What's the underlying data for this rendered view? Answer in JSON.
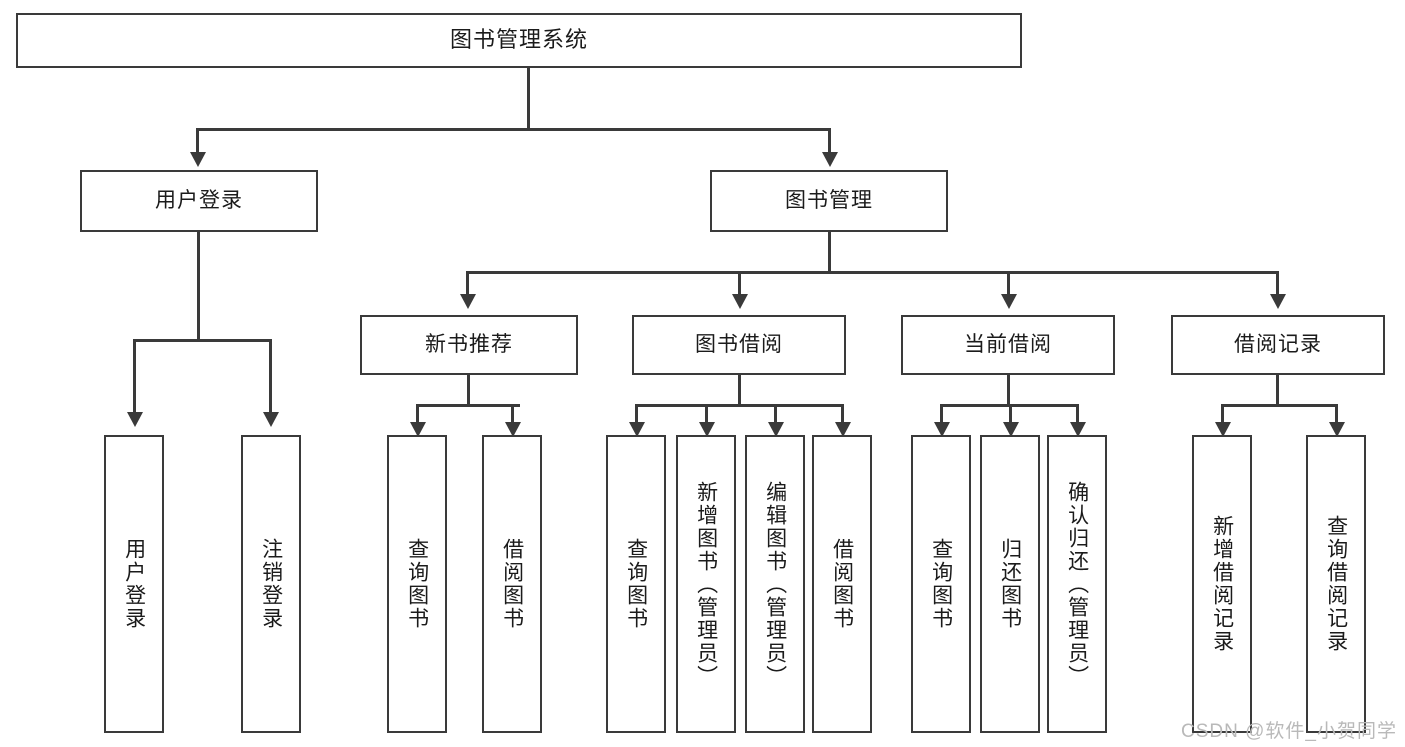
{
  "diagram": {
    "type": "tree-hierarchy-chart",
    "title": "图书管理系统",
    "watermark": "CSDN @软件_小贺同学",
    "colors": {
      "box_border": "#3a3a3a",
      "box_fill": "#ffffff",
      "connector": "#3a3a3a",
      "text": "#1b1b1b",
      "watermark": "#b9b9b9",
      "background": "#ffffff"
    },
    "levels": {
      "level1": [
        "图书管理系统"
      ],
      "level2": [
        "用户登录",
        "图书管理"
      ],
      "level3": [
        "新书推荐",
        "图书借阅",
        "当前借阅",
        "借阅记录"
      ],
      "level4": [
        "用户登录",
        "注销登录",
        "查询图书",
        "借阅图书",
        "查询图书",
        "新增图书（管理员）",
        "编辑图书（管理员）",
        "借阅图书",
        "查询图书",
        "归还图书",
        "确认归还（管理员）",
        "新增借阅记录",
        "查询借阅记录"
      ]
    },
    "nodes": {
      "root": {
        "label": "图书管理系统"
      },
      "user_login": {
        "label": "用户登录"
      },
      "book_mgmt": {
        "label": "图书管理"
      },
      "new_book_rec": {
        "label": "新书推荐"
      },
      "book_borrow": {
        "label": "图书借阅"
      },
      "current_borrow": {
        "label": "当前借阅"
      },
      "borrow_record": {
        "label": "借阅记录"
      },
      "leaf_user_login": {
        "label": "用户登录"
      },
      "leaf_logout": {
        "label": "注销登录"
      },
      "leaf_query_book_1": {
        "label": "查询图书"
      },
      "leaf_borrow_book_1": {
        "label": "借阅图书"
      },
      "leaf_query_book_2": {
        "label": "查询图书"
      },
      "leaf_add_book": {
        "label": "新增图书（管理员）"
      },
      "leaf_edit_book": {
        "label": "编辑图书（管理员）"
      },
      "leaf_borrow_book_2": {
        "label": "借阅图书"
      },
      "leaf_query_book_3": {
        "label": "查询图书"
      },
      "leaf_return_book": {
        "label": "归还图书"
      },
      "leaf_confirm_return": {
        "label": "确认归还（管理员）"
      },
      "leaf_add_record": {
        "label": "新增借阅记录"
      },
      "leaf_query_record": {
        "label": "查询借阅记录"
      }
    },
    "edges": [
      {
        "from": "root",
        "to": "user_login"
      },
      {
        "from": "root",
        "to": "book_mgmt"
      },
      {
        "from": "user_login",
        "to": "leaf_user_login"
      },
      {
        "from": "user_login",
        "to": "leaf_logout"
      },
      {
        "from": "book_mgmt",
        "to": "new_book_rec"
      },
      {
        "from": "book_mgmt",
        "to": "book_borrow"
      },
      {
        "from": "book_mgmt",
        "to": "current_borrow"
      },
      {
        "from": "book_mgmt",
        "to": "borrow_record"
      },
      {
        "from": "new_book_rec",
        "to": "leaf_query_book_1"
      },
      {
        "from": "new_book_rec",
        "to": "leaf_borrow_book_1"
      },
      {
        "from": "book_borrow",
        "to": "leaf_query_book_2"
      },
      {
        "from": "book_borrow",
        "to": "leaf_add_book"
      },
      {
        "from": "book_borrow",
        "to": "leaf_edit_book"
      },
      {
        "from": "book_borrow",
        "to": "leaf_borrow_book_2"
      },
      {
        "from": "current_borrow",
        "to": "leaf_query_book_3"
      },
      {
        "from": "current_borrow",
        "to": "leaf_return_book"
      },
      {
        "from": "current_borrow",
        "to": "leaf_confirm_return"
      },
      {
        "from": "borrow_record",
        "to": "leaf_add_record"
      },
      {
        "from": "borrow_record",
        "to": "leaf_query_record"
      }
    ]
  }
}
